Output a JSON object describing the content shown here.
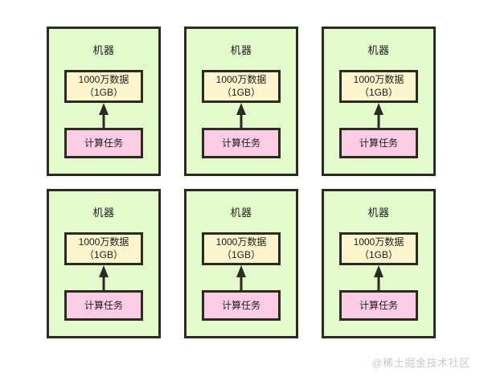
{
  "diagram": {
    "type": "distributed-machines-grid",
    "rows": 2,
    "columns": 3,
    "panel_count": 6,
    "colors": {
      "panel_fill": "#e3fbcc",
      "data_fill": "#fdf5cd",
      "task_fill": "#fbcce3",
      "border": "#2b2b22",
      "background": "#ffffff",
      "watermark": "#c9c9c9"
    },
    "panels": [
      {
        "title": "机器",
        "data_box": {
          "line1": "1000万数据",
          "line2": "（1GB）"
        },
        "arrow": {
          "direction": "up",
          "from": "task-box",
          "to": "data-box"
        },
        "task_box": {
          "label": "计算任务"
        }
      },
      {
        "title": "机器",
        "data_box": {
          "line1": "1000万数据",
          "line2": "（1GB）"
        },
        "arrow": {
          "direction": "up",
          "from": "task-box",
          "to": "data-box"
        },
        "task_box": {
          "label": "计算任务"
        }
      },
      {
        "title": "机器",
        "data_box": {
          "line1": "1000万数据",
          "line2": "（1GB）"
        },
        "arrow": {
          "direction": "up",
          "from": "task-box",
          "to": "data-box"
        },
        "task_box": {
          "label": "计算任务"
        }
      },
      {
        "title": "机器",
        "data_box": {
          "line1": "1000万数据",
          "line2": "（1GB）"
        },
        "arrow": {
          "direction": "up",
          "from": "task-box",
          "to": "data-box"
        },
        "task_box": {
          "label": "计算任务"
        }
      },
      {
        "title": "机器",
        "data_box": {
          "line1": "1000万数据",
          "line2": "（1GB）"
        },
        "arrow": {
          "direction": "up",
          "from": "task-box",
          "to": "data-box"
        },
        "task_box": {
          "label": "计算任务"
        }
      },
      {
        "title": "机器",
        "data_box": {
          "line1": "1000万数据",
          "line2": "（1GB）"
        },
        "arrow": {
          "direction": "up",
          "from": "task-box",
          "to": "data-box"
        },
        "task_box": {
          "label": "计算任务"
        }
      }
    ]
  },
  "watermark": {
    "text": "@稀土掘金技术社区"
  }
}
